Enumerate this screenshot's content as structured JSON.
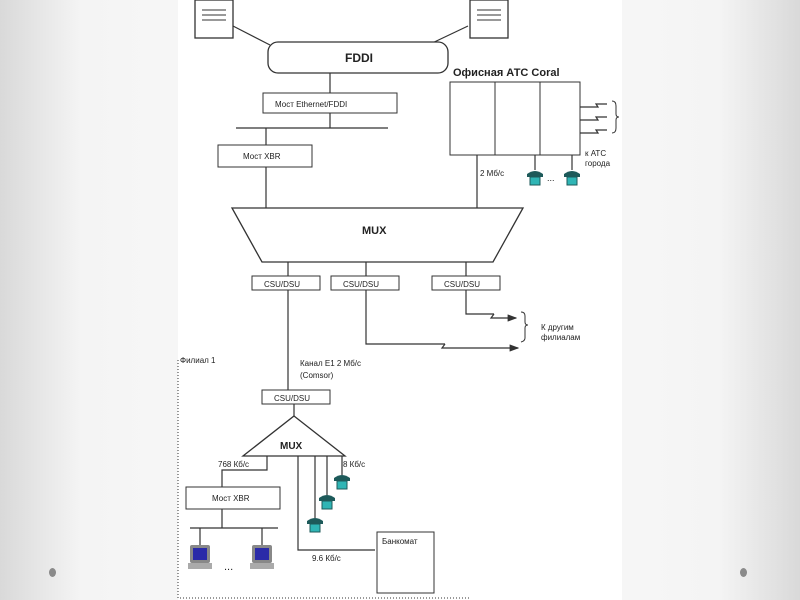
{
  "nodes": {
    "fddi": "FDDI",
    "bridge_eth_fddi": "Мост Ethernet/FDDI",
    "bridge_xbr_top": "Мост XBR",
    "pbx_title": "Офисная АТС Coral",
    "pbx_rate": "2 Мб/с",
    "to_city_pbx_1": "к АТС",
    "to_city_pbx_2": "города",
    "mux_main": "MUX",
    "csu1": "CSU/DSU",
    "csu2": "CSU/DSU",
    "csu3": "CSU/DSU",
    "other_branches_1": "К другим",
    "other_branches_2": "филиалам",
    "branch_label": "Филиал 1",
    "e1_channel_1": "Канал Е1 2 Мб/с",
    "e1_channel_2": "(Comsor)",
    "csu_branch": "CSU/DSU",
    "mux_branch": "MUX",
    "rate_768": "768 Кб/с",
    "rate_8": "8 Кб/с",
    "bridge_xbr_branch": "Мост XBR",
    "atm": "Банкомат",
    "rate_96": "9.6 Кб/с",
    "ellipsis": "..."
  },
  "colors": {
    "line": "#333333",
    "phone_dark": "#1d5a5a",
    "phone_light": "#2fb5b5",
    "monitor": "#2a2aa8"
  }
}
